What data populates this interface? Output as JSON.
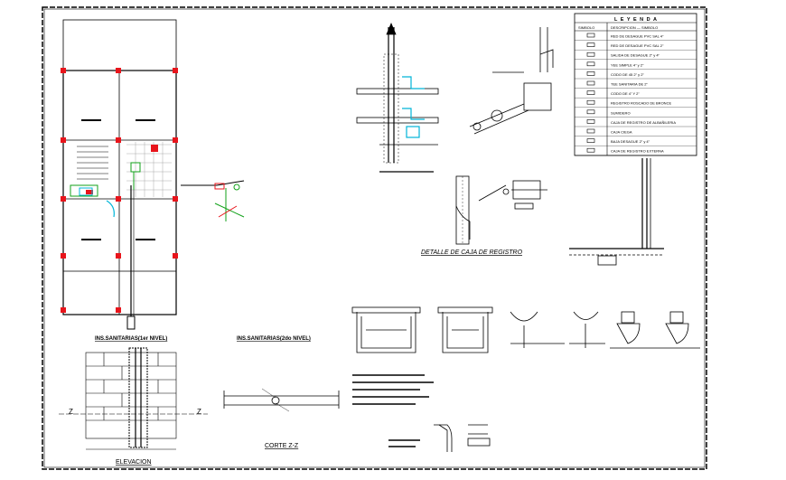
{
  "legend": {
    "title": "L E Y E N D A",
    "header_symbol": "SIMBOLO",
    "header_desc": "DESCRIPCION — SIMBOLO",
    "items": [
      {
        "desc": "RED DE DESAGUE  PVC SAL 4\""
      },
      {
        "desc": "RED DE DESAGUE  PVC SAL 2\""
      },
      {
        "desc": "SALIDA DE DESAGUE 2\" y 4\""
      },
      {
        "desc": "YEE SIMPLE 4\" y 2\""
      },
      {
        "desc": "CODO DE 45 2\" y 2\""
      },
      {
        "desc": "TEE SANITARIA DE 2\""
      },
      {
        "desc": "CODO DE 4\" Y 2\""
      },
      {
        "desc": "REGISTRO ROSCADO DE BRONCE"
      },
      {
        "desc": "SUMIDERO"
      },
      {
        "desc": "CAJA DE REGISTRO DE ALBAÑILERIA"
      },
      {
        "desc": "CAJA CIEGA"
      },
      {
        "desc": "BAJA DESAGUE 2\" y 4\""
      },
      {
        "desc": "CAJA DE REGISTRO EXTERNA"
      }
    ]
  },
  "titles": {
    "plan1": "INS.SANITARIAS(1er NIVEL)",
    "plan2": "INS.SANITARIAS(2do NIVEL)",
    "detalle": "DETALLE DE CAJA DE REGISTRO",
    "corte": "CORTE Z-Z",
    "elevacion": "ELEVACION",
    "z_left": "Z",
    "z_right": "Z"
  },
  "colors": {
    "line": "#000000",
    "red": "#e8141b",
    "green": "#12a21a",
    "cyan": "#00b5d8",
    "orange": "#f28c28",
    "grey": "#777777"
  }
}
